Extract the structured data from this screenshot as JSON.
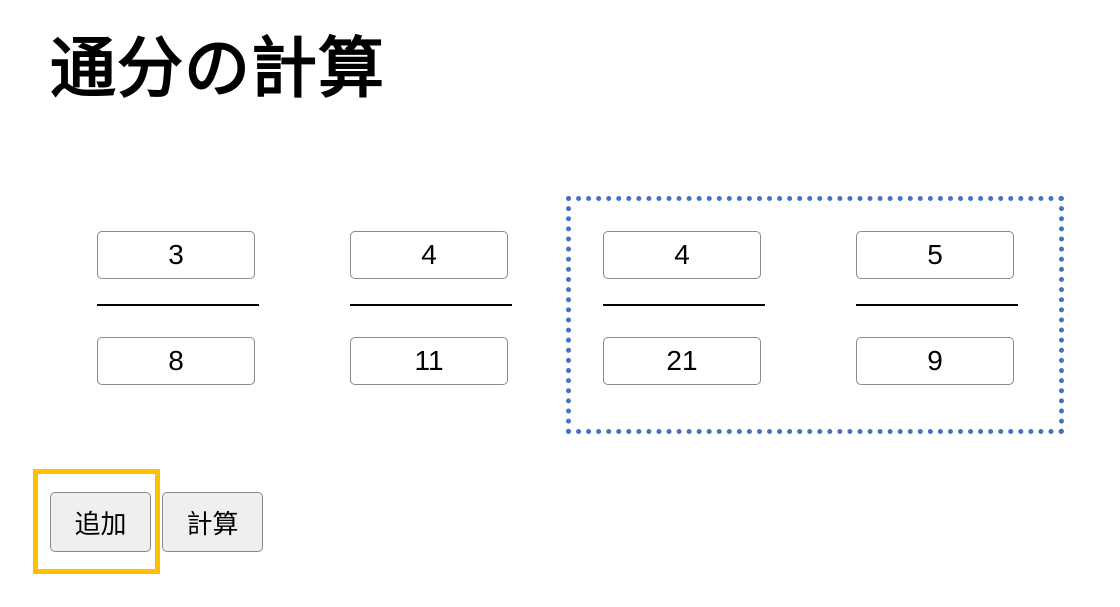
{
  "page": {
    "title": "通分の計算"
  },
  "fractions": [
    {
      "numerator": "3",
      "denominator": "8"
    },
    {
      "numerator": "4",
      "denominator": "11"
    },
    {
      "numerator": "4",
      "denominator": "21"
    },
    {
      "numerator": "5",
      "denominator": "9"
    }
  ],
  "buttons": {
    "add_label": "追加",
    "calculate_label": "計算"
  },
  "colors": {
    "dotted_highlight": "#4472c4",
    "button_highlight": "#ffc000"
  }
}
